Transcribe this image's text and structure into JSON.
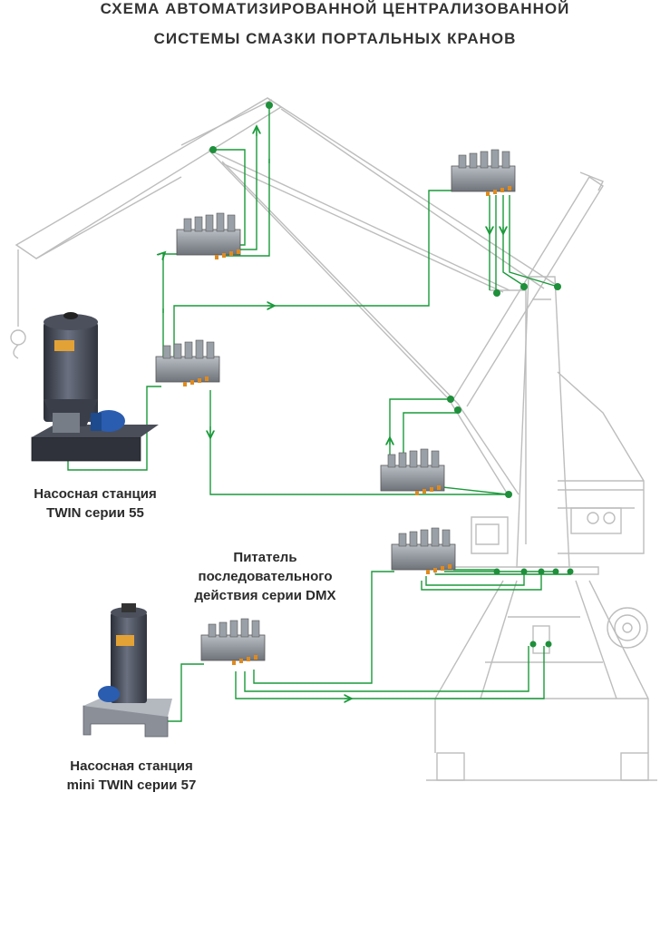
{
  "title": {
    "line1": "СХЕМА АВТОМАТИЗИРОВАННОЙ ЦЕНТРАЛИЗОВАННОЙ",
    "line2": "СИСТЕМЫ СМАЗКИ ПОРТАЛЬНЫХ КРАНОВ"
  },
  "labels": {
    "pump_twin55": [
      "Насосная станция",
      "TWIN серии 55"
    ],
    "feeder_dmx": [
      "Питатель",
      "последовательного",
      "действия серии DMX"
    ],
    "pump_mini57": [
      "Насосная станция",
      "mini TWIN серии 57"
    ]
  },
  "colors": {
    "line_green": "#1a9a3a",
    "dot_green": "#1e8f3a",
    "crane_outline": "#bdbdbd",
    "block_metal": "#8a8f96",
    "pump_tank": "#3e4350",
    "motor_blue": "#2a5db0",
    "nozzle_orange": "#e08a1e"
  }
}
